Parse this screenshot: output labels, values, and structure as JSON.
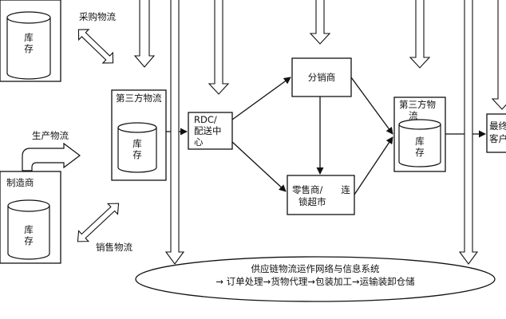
{
  "nodes": {
    "warehouse_top": {
      "line1": "库",
      "line2": "存"
    },
    "manufacturer": {
      "label": "制造商",
      "cyl_line1": "库",
      "cyl_line2": "存"
    },
    "third_party_left": {
      "label": "第三方物流",
      "cyl_line1": "库",
      "cyl_line2": "存"
    },
    "rdc": {
      "line1": "RDC/",
      "line2": "配送中",
      "line3": "心"
    },
    "distributor": {
      "label": "分销商"
    },
    "retailer": {
      "line1": "零售商/　　连",
      "line2": "锁超市"
    },
    "third_party_right": {
      "label": "第三方物",
      "label2": "流",
      "cyl_line1": "库",
      "cyl_line2": "存"
    },
    "final_customer": {
      "line1": "最终",
      "line2": "客户"
    }
  },
  "flows": {
    "purchase": "采购物流",
    "production": "生产物流",
    "sales": "销售物流"
  },
  "network": {
    "title": "供应链物流运作网络与信息系统",
    "chain": "→ 订单处理→货物代理→包装加工→运输装卸仓储"
  }
}
